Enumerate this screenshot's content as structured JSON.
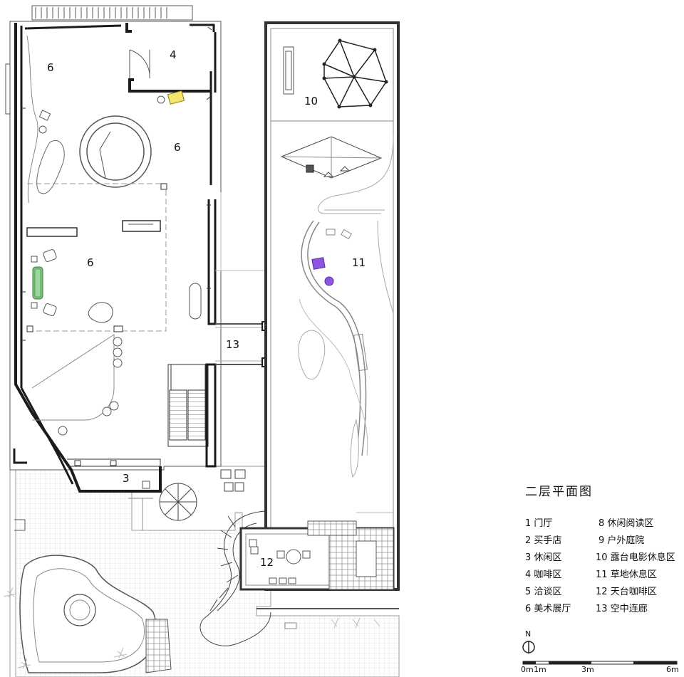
{
  "title": "二层平面图",
  "legend": [
    {
      "num": "1",
      "text": "门厅"
    },
    {
      "num": "2",
      "text": "买手店"
    },
    {
      "num": "3",
      "text": "休闲区"
    },
    {
      "num": "4",
      "text": "咖啡区"
    },
    {
      "num": "5",
      "text": "洽谈区"
    },
    {
      "num": "6",
      "text": "美术展厅"
    },
    {
      "num": "8",
      "text": "休闲阅读区"
    },
    {
      "num": "9",
      "text": "户外庭院"
    },
    {
      "num": "10",
      "text": "露台电影休息区"
    },
    {
      "num": "11",
      "text": "草地休息区"
    },
    {
      "num": "12",
      "text": "天台咖啡区"
    },
    {
      "num": "13",
      "text": "空中连廊"
    }
  ],
  "room_labels": {
    "r6a": "6",
    "r4": "4",
    "r6b": "6",
    "r6c": "6",
    "r13": "13",
    "r3": "3",
    "r10": "10",
    "r11": "11",
    "r12": "12"
  },
  "north": "N",
  "scale": {
    "s0": "0m",
    "s1": "1m",
    "s3": "3m",
    "s6": "6m"
  },
  "colors": {
    "wall": "#222222",
    "thin": "#8a8a8a",
    "grid": "#cfcfcf",
    "sofa": "#7cc47f",
    "chair_yellow": "#f5e66b",
    "purple": "#8f55e0"
  }
}
